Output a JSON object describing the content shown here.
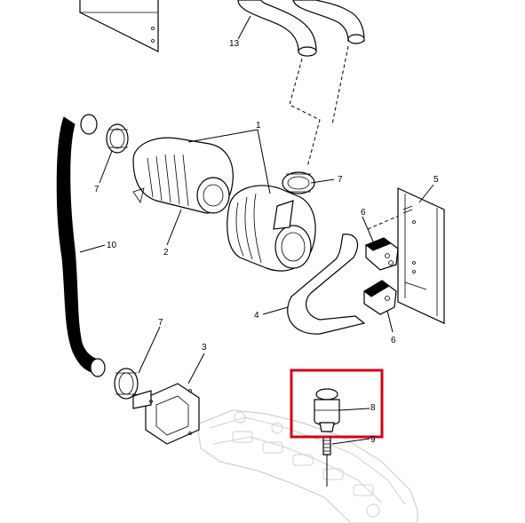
{
  "callouts": {
    "c1": "1",
    "c2": "2",
    "c3": "3",
    "c4": "4",
    "c5": "5",
    "c6a": "6",
    "c6b": "6",
    "c7a": "7",
    "c7b": "7",
    "c7c": "7",
    "c8": "8",
    "c9": "9",
    "c10": "10",
    "c13": "13"
  },
  "colors": {
    "highlight_box": "#d0021b",
    "line_art": "#000000",
    "ghost_part": "#c8c8c8"
  }
}
